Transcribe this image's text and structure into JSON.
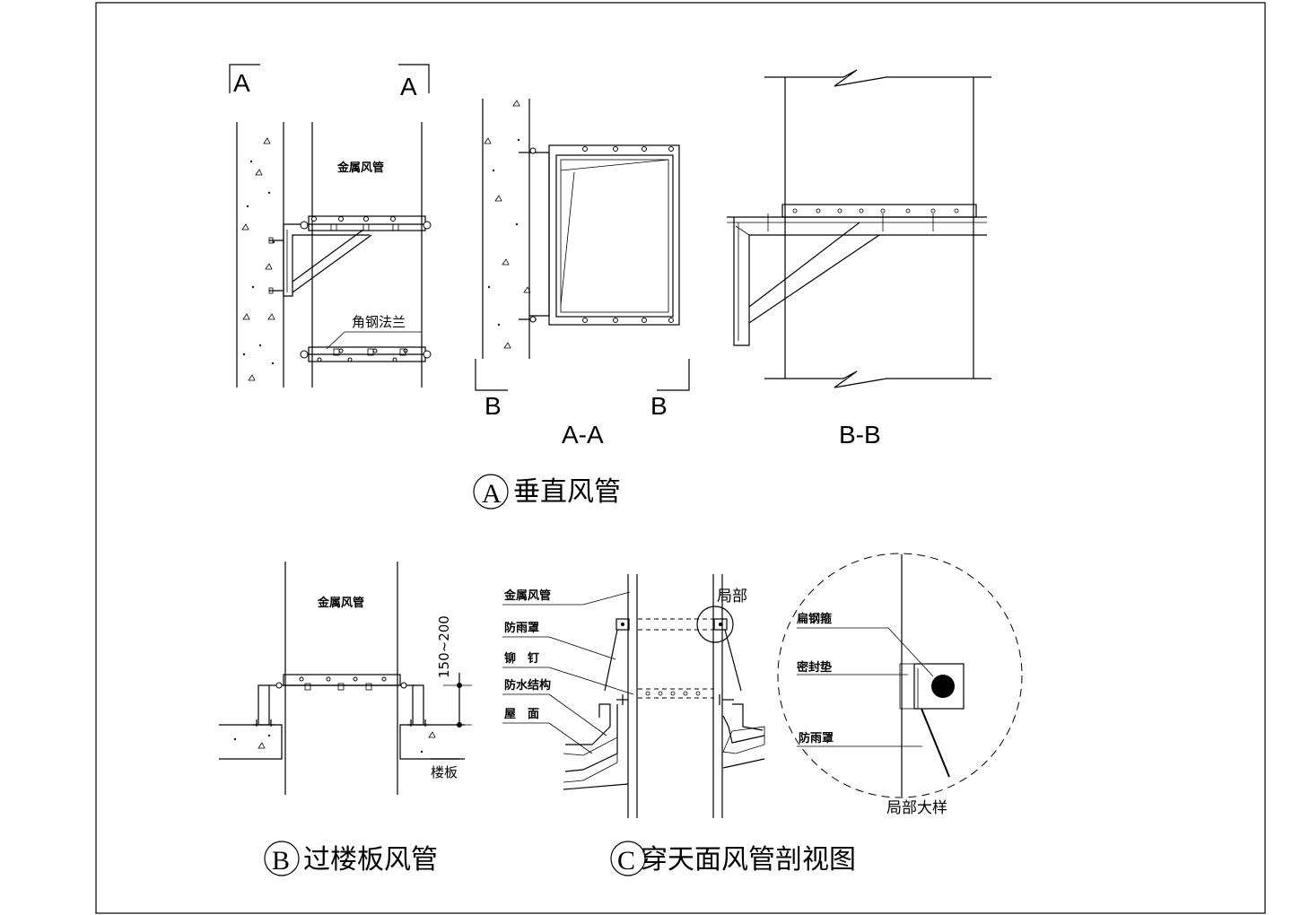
{
  "section_a": {
    "cut_left": "A",
    "cut_right": "A",
    "duct_label": "金属风管",
    "flange_label": "角钢法兰",
    "cut_b_left": "B",
    "cut_b_right": "B",
    "view_aa": "A-A",
    "view_bb": "B-B",
    "title_mark": "A",
    "title": "垂直风管"
  },
  "section_b": {
    "duct_label": "金属风管",
    "dimension": "150~200",
    "slab_label": "楼板",
    "title_mark": "B",
    "title": "过楼板风管"
  },
  "section_c": {
    "labels": [
      "金属风管",
      "防雨罩",
      "铆　钉",
      "防水结构",
      "屋　面"
    ],
    "local_label": "局部",
    "detail_labels": [
      "扁钢箍",
      "密封垫",
      "防雨罩"
    ],
    "detail_title": "局部大样",
    "title_mark": "C",
    "title": "穿天面风管剖视图"
  }
}
